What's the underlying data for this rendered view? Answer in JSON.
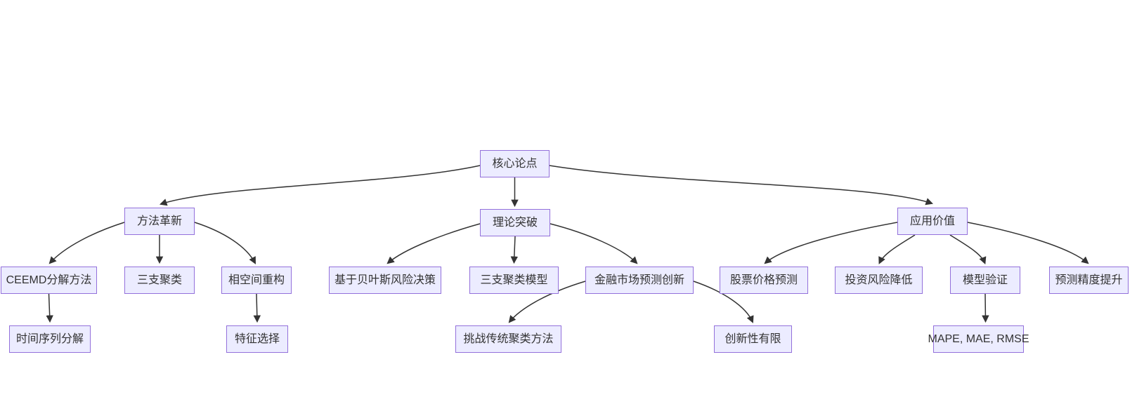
{
  "diagram": {
    "type": "flowchart",
    "direction": "top-down",
    "colors": {
      "node_fill": "#ECECFF",
      "node_border": "#9370DB",
      "edge": "#333333",
      "text": "#333333",
      "background": "#ffffff"
    },
    "nodes": {
      "root": {
        "label": "核心论点"
      },
      "method": {
        "label": "方法革新"
      },
      "theory": {
        "label": "理论突破"
      },
      "value": {
        "label": "应用价值"
      },
      "ceemd": {
        "label": "CEEMD分解方法"
      },
      "three_way": {
        "label": "三支聚类"
      },
      "phase_space": {
        "label": "相空间重构"
      },
      "bayes": {
        "label": "基于贝叶斯风险决策"
      },
      "twc_model": {
        "label": "三支聚类模型"
      },
      "fin_innov": {
        "label": "金融市场预测创新"
      },
      "stock": {
        "label": "股票价格预测"
      },
      "risk": {
        "label": "投资风险降低"
      },
      "model_valid": {
        "label": "模型验证"
      },
      "precision": {
        "label": "预测精度提升"
      },
      "ts_decomp": {
        "label": "时间序列分解"
      },
      "feat_sel": {
        "label": "特征选择"
      },
      "challenge": {
        "label": "挑战传统聚类方法"
      },
      "limited": {
        "label": "创新性有限"
      },
      "metrics": {
        "label": "MAPE, MAE, RMSE"
      }
    },
    "edges": [
      {
        "from": "root",
        "to": "method"
      },
      {
        "from": "root",
        "to": "theory"
      },
      {
        "from": "root",
        "to": "value"
      },
      {
        "from": "method",
        "to": "ceemd"
      },
      {
        "from": "method",
        "to": "three_way"
      },
      {
        "from": "method",
        "to": "phase_space"
      },
      {
        "from": "theory",
        "to": "bayes"
      },
      {
        "from": "theory",
        "to": "twc_model"
      },
      {
        "from": "theory",
        "to": "fin_innov"
      },
      {
        "from": "value",
        "to": "stock"
      },
      {
        "from": "value",
        "to": "risk"
      },
      {
        "from": "value",
        "to": "model_valid"
      },
      {
        "from": "value",
        "to": "precision"
      },
      {
        "from": "ceemd",
        "to": "ts_decomp"
      },
      {
        "from": "phase_space",
        "to": "feat_sel"
      },
      {
        "from": "fin_innov",
        "to": "challenge"
      },
      {
        "from": "fin_innov",
        "to": "limited"
      },
      {
        "from": "model_valid",
        "to": "metrics"
      }
    ]
  }
}
